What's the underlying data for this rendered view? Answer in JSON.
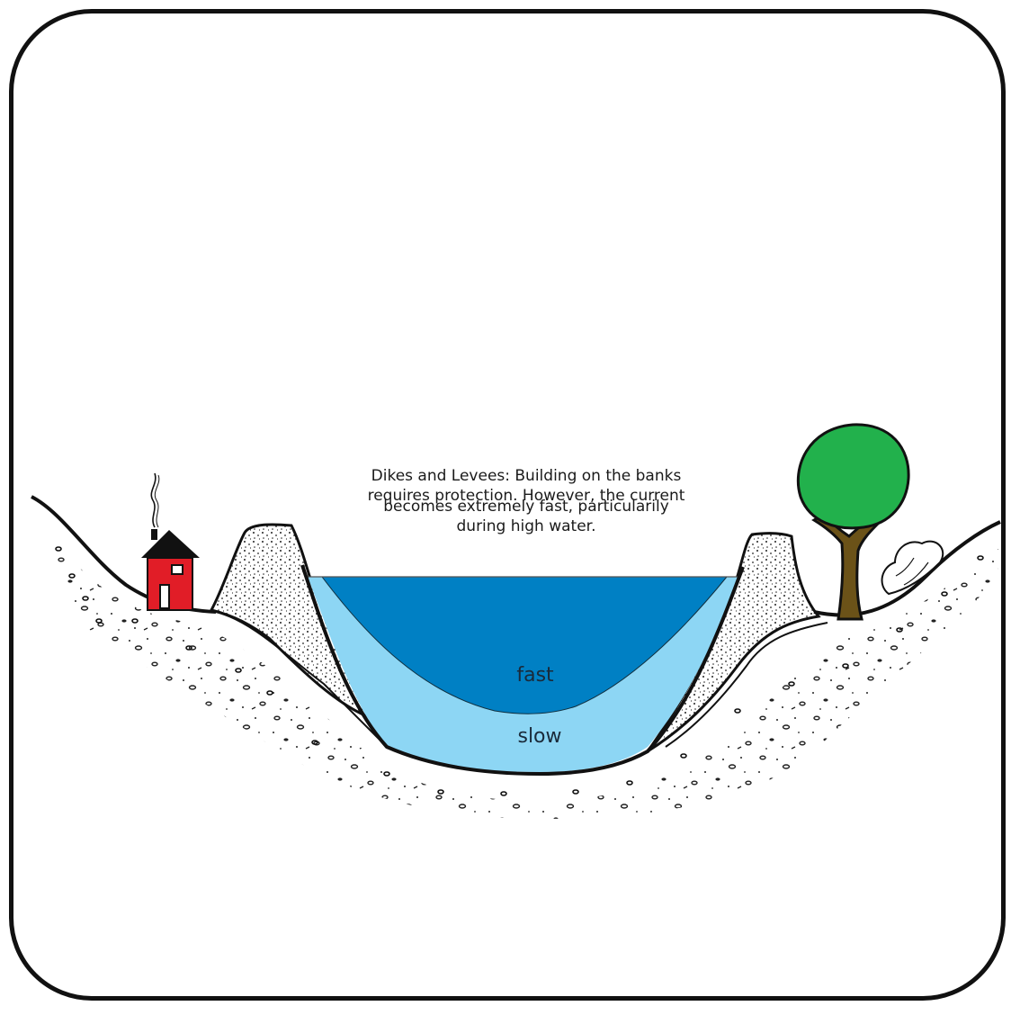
{
  "caption": {
    "lines": [
      "Dikes and Levees: Building on the banks",
      "requires protection. However, the current",
      "becomes extremely fast, particularily",
      "during high water."
    ]
  },
  "labels": {
    "fast": "fast",
    "slow": "slow"
  },
  "colors": {
    "fast_water": "#0080c4",
    "slow_water": "#8dd6f4",
    "house": "#e11d27",
    "roof": "#111111",
    "tree_canopy": "#22b14c",
    "tree_trunk": "#6b5218",
    "outline": "#111111"
  },
  "icons": [
    "house-icon",
    "tree-icon",
    "bush-icon",
    "smoke-icon"
  ]
}
